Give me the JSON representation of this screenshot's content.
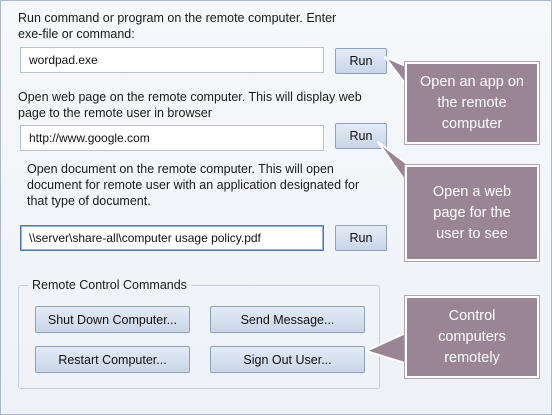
{
  "section1": {
    "description_line1": "Run command or program on the remote computer. Enter",
    "description_line2": "exe-file or command:",
    "input_value": "wordpad.exe",
    "button_label": "Run"
  },
  "section2": {
    "description_line1": "Open web page on the remote computer. This will display web",
    "description_line2": "page to the remote user in browser",
    "input_value": "http://www.google.com",
    "button_label": "Run"
  },
  "section3": {
    "description_line1": "Open document on the remote computer. This will open",
    "description_line2": "document for remote user with an application designated for",
    "description_line3": "that type of document.",
    "input_value": "\\\\server\\share-all\\computer usage policy.pdf",
    "button_label": "Run"
  },
  "remote_control": {
    "title": "Remote Control Commands",
    "shutdown_label": "Shut Down Computer...",
    "send_message_label": "Send Message...",
    "restart_label": "Restart Computer...",
    "sign_out_label": "Sign Out User..."
  },
  "callouts": {
    "app_line1": "Open an app on",
    "app_line2": "the remote",
    "app_line3": "computer",
    "web_line1": "Open a web",
    "web_line2": "page for the",
    "web_line3": "user to see",
    "control_line1": "Control",
    "control_line2": "computers",
    "control_line3": "remotely"
  },
  "colors": {
    "callout_fill": "#9a8595",
    "button_gradient_top": "#e3ebf6",
    "button_gradient_bottom": "#c9d6e8",
    "focus_border": "#4b7bd1"
  }
}
